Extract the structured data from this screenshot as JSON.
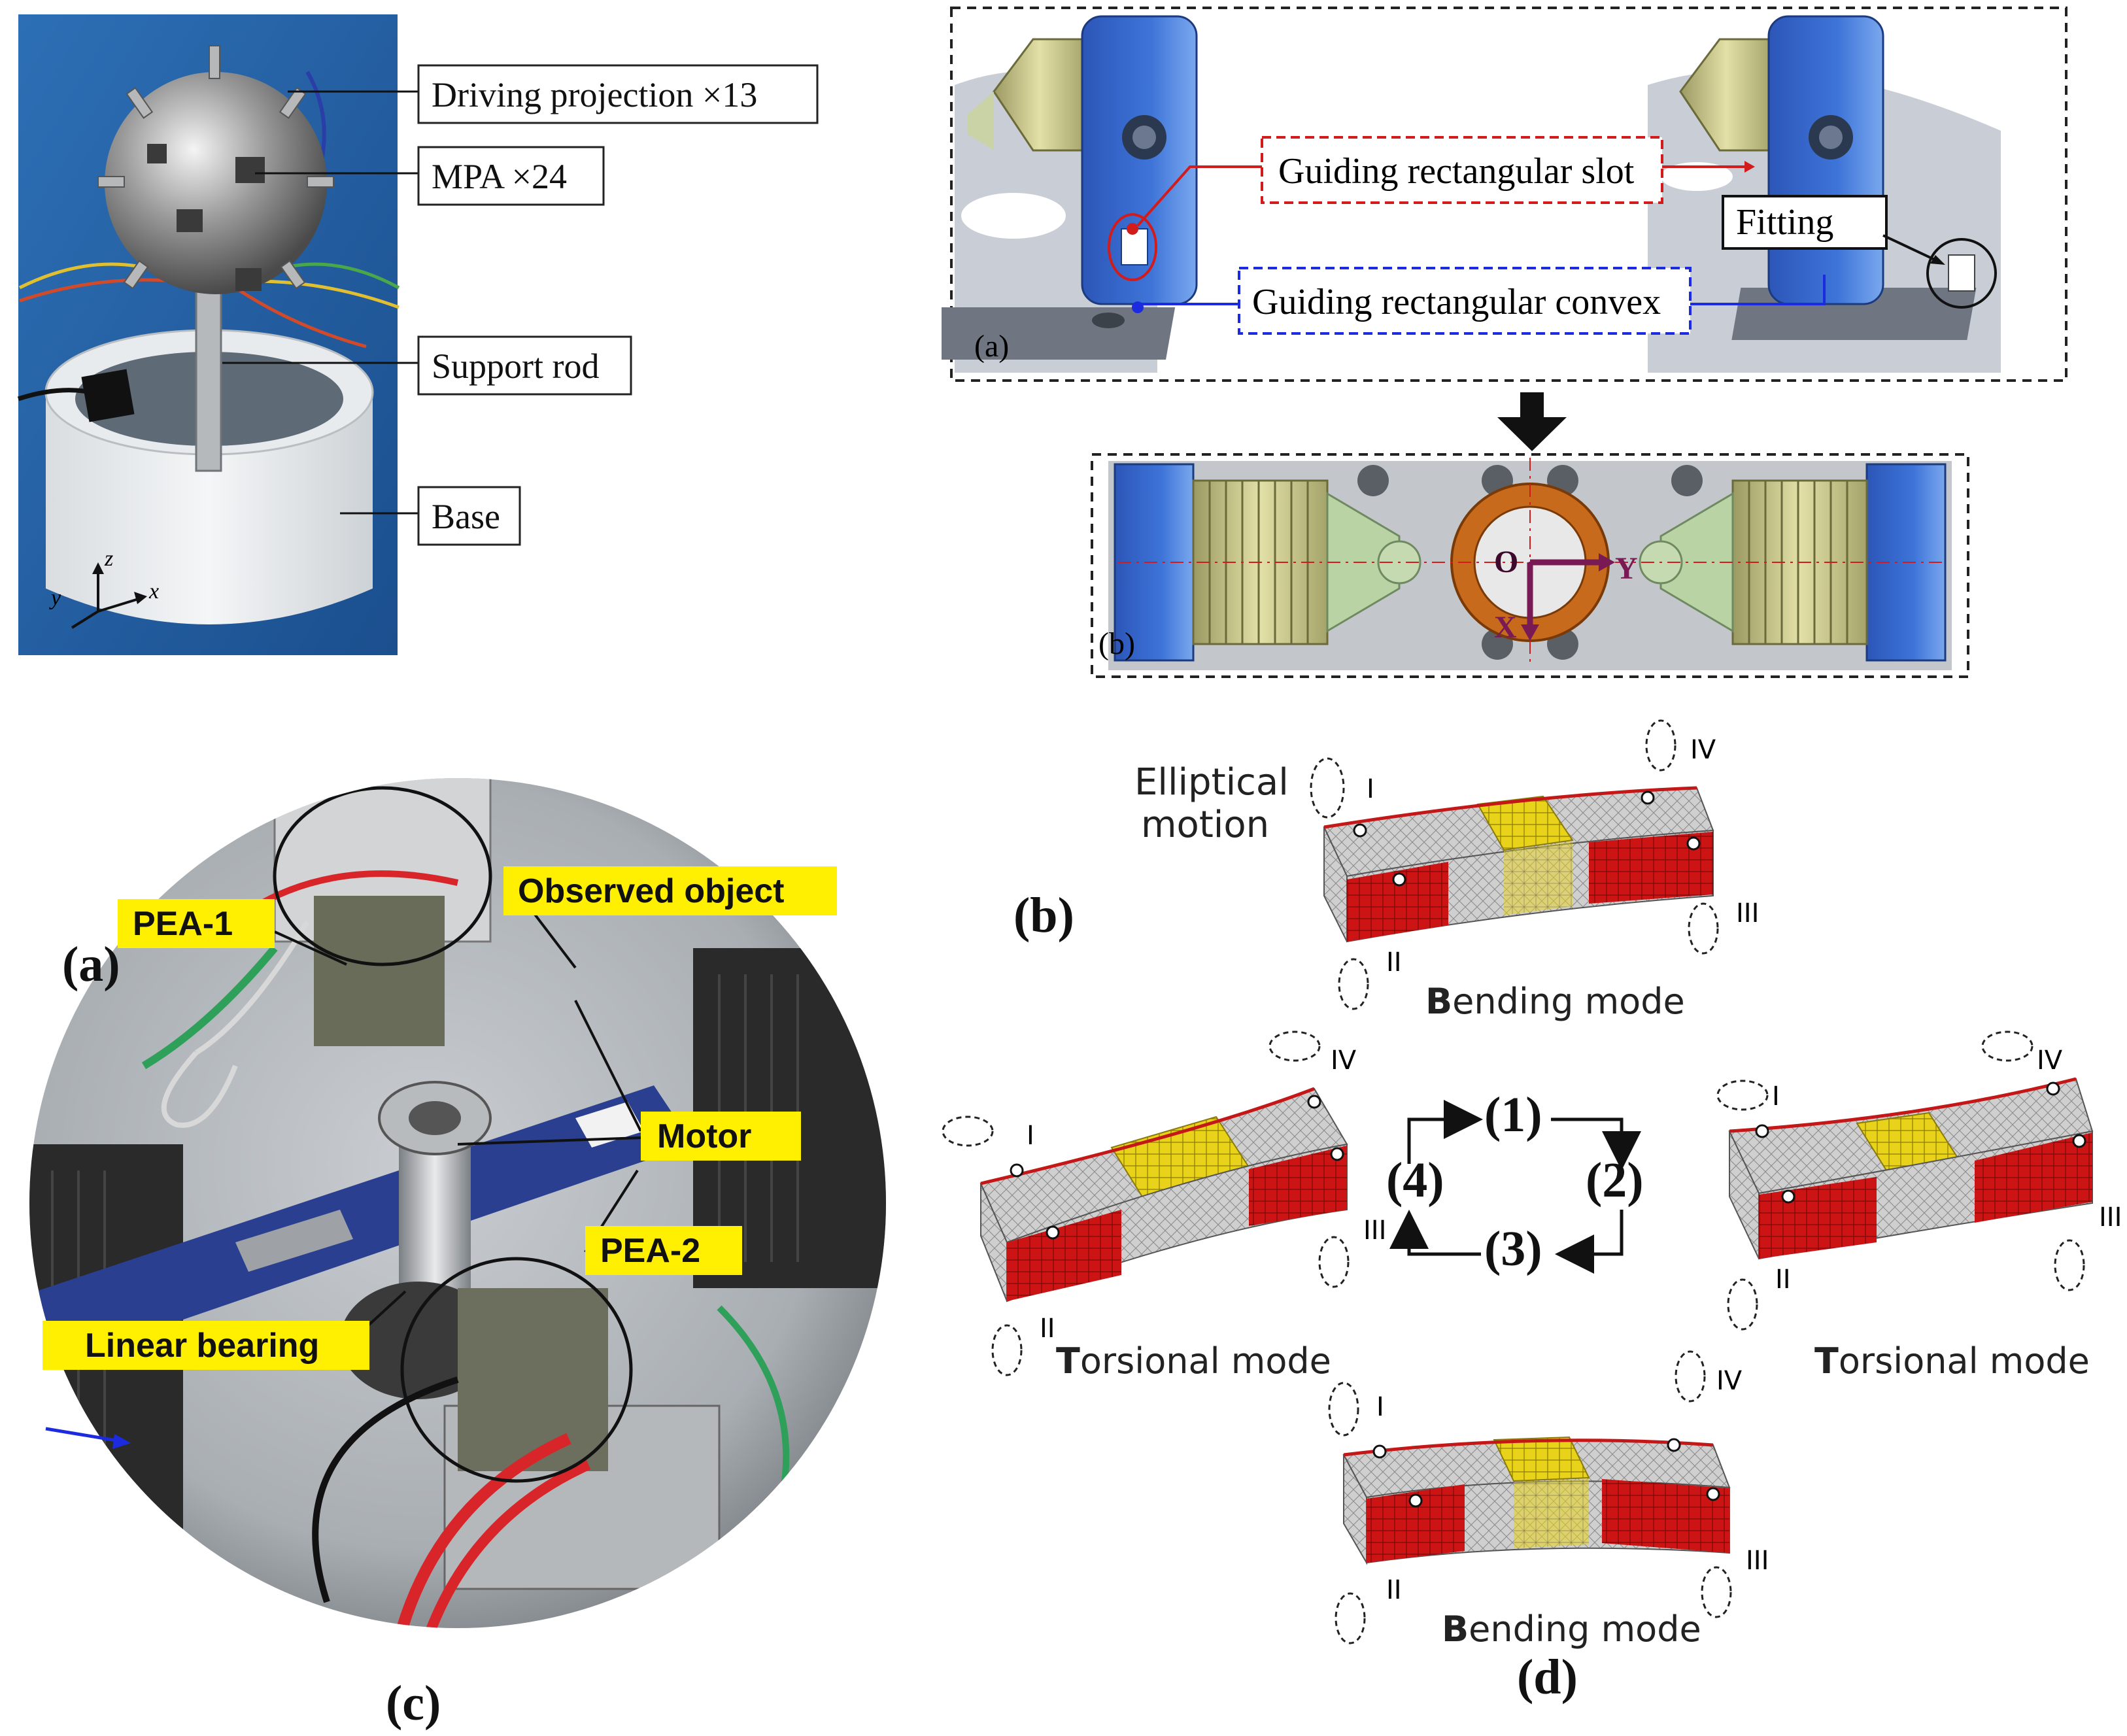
{
  "panel_tl": {
    "labels": [
      "Driving projection ×13",
      "MPA ×24",
      "Support rod",
      "Base"
    ],
    "axes": {
      "z": "z",
      "x": "x",
      "y": "y"
    }
  },
  "panel_tr": {
    "sub_a": "(a)",
    "sub_b": "(b)",
    "slot_label": "Guiding rectangular slot",
    "convex_label": "Guiding rectangular convex",
    "fitting_label": "Fitting",
    "axis_o": "O",
    "axis_y": "Y",
    "axis_x": "X"
  },
  "panel_c": {
    "labels": {
      "pea1": "PEA-1",
      "observed": "Observed object",
      "motor": "Motor",
      "pea2": "PEA-2",
      "bearing": "Linear bearing"
    },
    "inner_label": "(a)",
    "caption": "(c)"
  },
  "panel_d": {
    "elliptical_line1": "Elliptical",
    "elliptical_line2": "motion",
    "inner_label": "(b)",
    "bending_top": {
      "prefix": "B",
      "rest": "ending mode"
    },
    "bending_bottom": {
      "prefix": "B",
      "rest": "ending mode"
    },
    "torsional_left": {
      "prefix": "T",
      "rest": "orsional mode"
    },
    "torsional_right": {
      "prefix": "T",
      "rest": "orsional mode"
    },
    "cycle": [
      "(1)",
      "(2)",
      "(3)",
      "(4)"
    ],
    "roman": [
      "I",
      "II",
      "III",
      "IV"
    ],
    "caption": "(d)"
  },
  "colors": {
    "red": "#cc1414",
    "yellow": "#e8d21a",
    "grey": "#c8c8c8",
    "blue_block": "#3b6fd0",
    "label_yellow": "#ffef00",
    "photo_blue": "#1f5fa8"
  }
}
